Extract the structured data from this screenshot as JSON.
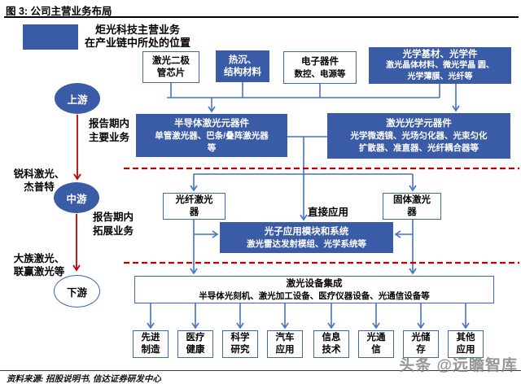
{
  "figure": {
    "title": "图 3: 公司主营业务布局",
    "source": "资料来源: 招股说明书, 信达证券研发中心",
    "watermark": "头条 @远瞻智库"
  },
  "legend": {
    "line1": "炬光科技主营业务",
    "line2": "在产业链中所处的位置"
  },
  "chain": {
    "upstream": "上游",
    "midstream": "中游",
    "downstream": "下游",
    "arrow1_label_line1": "报告期内",
    "arrow1_label_line2": "主要业务",
    "arrow2_label_line1": "报告期内",
    "arrow2_label_line2": "拓展业务",
    "mid_companies_line1": "锐科激光、",
    "mid_companies_line2": "杰普特",
    "down_companies_line1": "大族激光、",
    "down_companies_line2": "联赢激光等"
  },
  "suppliers": {
    "laser_diode_chip": {
      "line1": "激光二极",
      "line2": "管芯片"
    },
    "heat_sink": {
      "line1": "热沉、",
      "line2": "结构材料"
    },
    "electronics": {
      "line1": "电子器件",
      "line2": "数控、电源等"
    },
    "optics_materials": {
      "line1": "光学基材、光学件",
      "line2": "激光晶体材料、微光学晶 圆、",
      "line3": "光学薄膜、光纤等"
    }
  },
  "core": {
    "semi_laser": {
      "line1": "半导体激光元器件",
      "line2": "单管激光器、巴条/叠阵激光器",
      "line3": "等"
    },
    "laser_optics": {
      "line1": "激光光学元器件",
      "line2": "光学微透镜、光场匀化器、光束匀化",
      "line3": "扩散器、准直器、光纤耦合器等"
    }
  },
  "lasers": {
    "fiber": {
      "line1": "光纤激光",
      "line2": "器"
    },
    "solid": {
      "line1": "固体激光",
      "line2": "器"
    },
    "direct_label": "直接应用"
  },
  "photonics": {
    "line1": "光子应用模块和系统",
    "line2": "激光雷达发射模组、光学系统等"
  },
  "equipment": {
    "line1": "激光设备集成",
    "line2": "半导体光刻机、激光加工设备、医疗仪器设备、光通信设备等"
  },
  "applications": [
    {
      "line1": "先进",
      "line2": "制造"
    },
    {
      "line1": "医疗",
      "line2": "健康"
    },
    {
      "line1": "科学",
      "line2": "研究"
    },
    {
      "line1": "汽车",
      "line2": "应用"
    },
    {
      "line1": "信息",
      "line2": "技术"
    },
    {
      "line1": "光通",
      "line2": "信"
    },
    {
      "line1": "光储",
      "line2": "存"
    },
    {
      "line1": "其他",
      "line2": "应用"
    }
  ],
  "colors": {
    "box_blue": "#3A5BA5",
    "line_blue": "#4472C4",
    "border_blue": "#3E68B4",
    "red": "#C00000",
    "watermark_gray": "#7D7D7D"
  }
}
